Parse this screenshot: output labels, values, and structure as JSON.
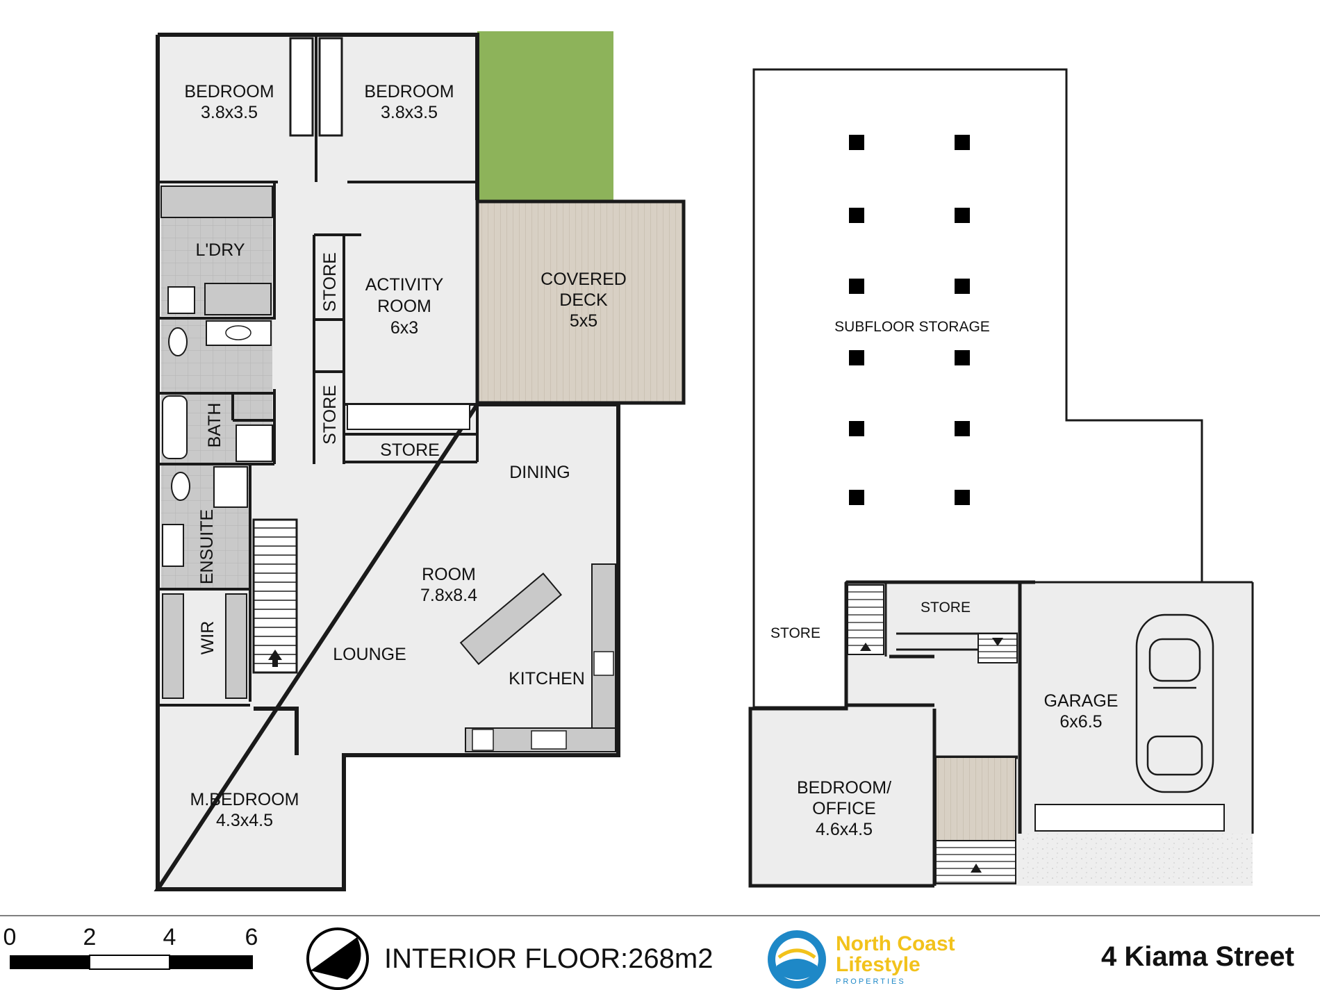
{
  "ground_floor": {
    "bedroom_1": {
      "name": "BEDROOM",
      "size": "3.8x3.5"
    },
    "bedroom_2": {
      "name": "BEDROOM",
      "size": "3.8x3.5"
    },
    "laundry": "L'DRY",
    "store_1": "STORE",
    "store_2": "STORE",
    "store_3": "STORE",
    "activity_room": {
      "line1": "ACTIVITY",
      "line2": "ROOM",
      "size": "6x3"
    },
    "covered_deck": {
      "line1": "COVERED",
      "line2": "DECK",
      "size": "5x5"
    },
    "bath": "BATH",
    "ensuite": "ENSUITE",
    "wir": "WIR",
    "dining": "DINING",
    "room": {
      "name": "ROOM",
      "size": "7.8x8.4"
    },
    "lounge": "LOUNGE",
    "kitchen": "KITCHEN",
    "master_bedroom": {
      "name": "M.BEDROOM",
      "size": "4.3x4.5"
    }
  },
  "lower_floor": {
    "subfloor_storage": "SUBFLOOR STORAGE",
    "store_left": "STORE",
    "store_top": "STORE",
    "garage": {
      "name": "GARAGE",
      "size": "6x6.5"
    },
    "bedroom_office": {
      "line1": "BEDROOM/",
      "line2": "OFFICE",
      "size": "4.6x4.5"
    }
  },
  "footer": {
    "scale_labels": [
      "0",
      "2",
      "4",
      "6"
    ],
    "interior_floor": "INTERIOR FLOOR:268m2",
    "brand_line1": "North Coast",
    "brand_line2": "Lifestyle",
    "brand_line3": "PROPERTIES",
    "address": "4 Kiama Street"
  },
  "colors": {
    "wall": "#1a1a1a",
    "floor": "#ededed",
    "wet_area": "#c9c9c9",
    "deck": "#d8d0c4",
    "lawn": "#8db35a",
    "brand_blue": "#1e88c7",
    "brand_yellow": "#f2c21b"
  }
}
